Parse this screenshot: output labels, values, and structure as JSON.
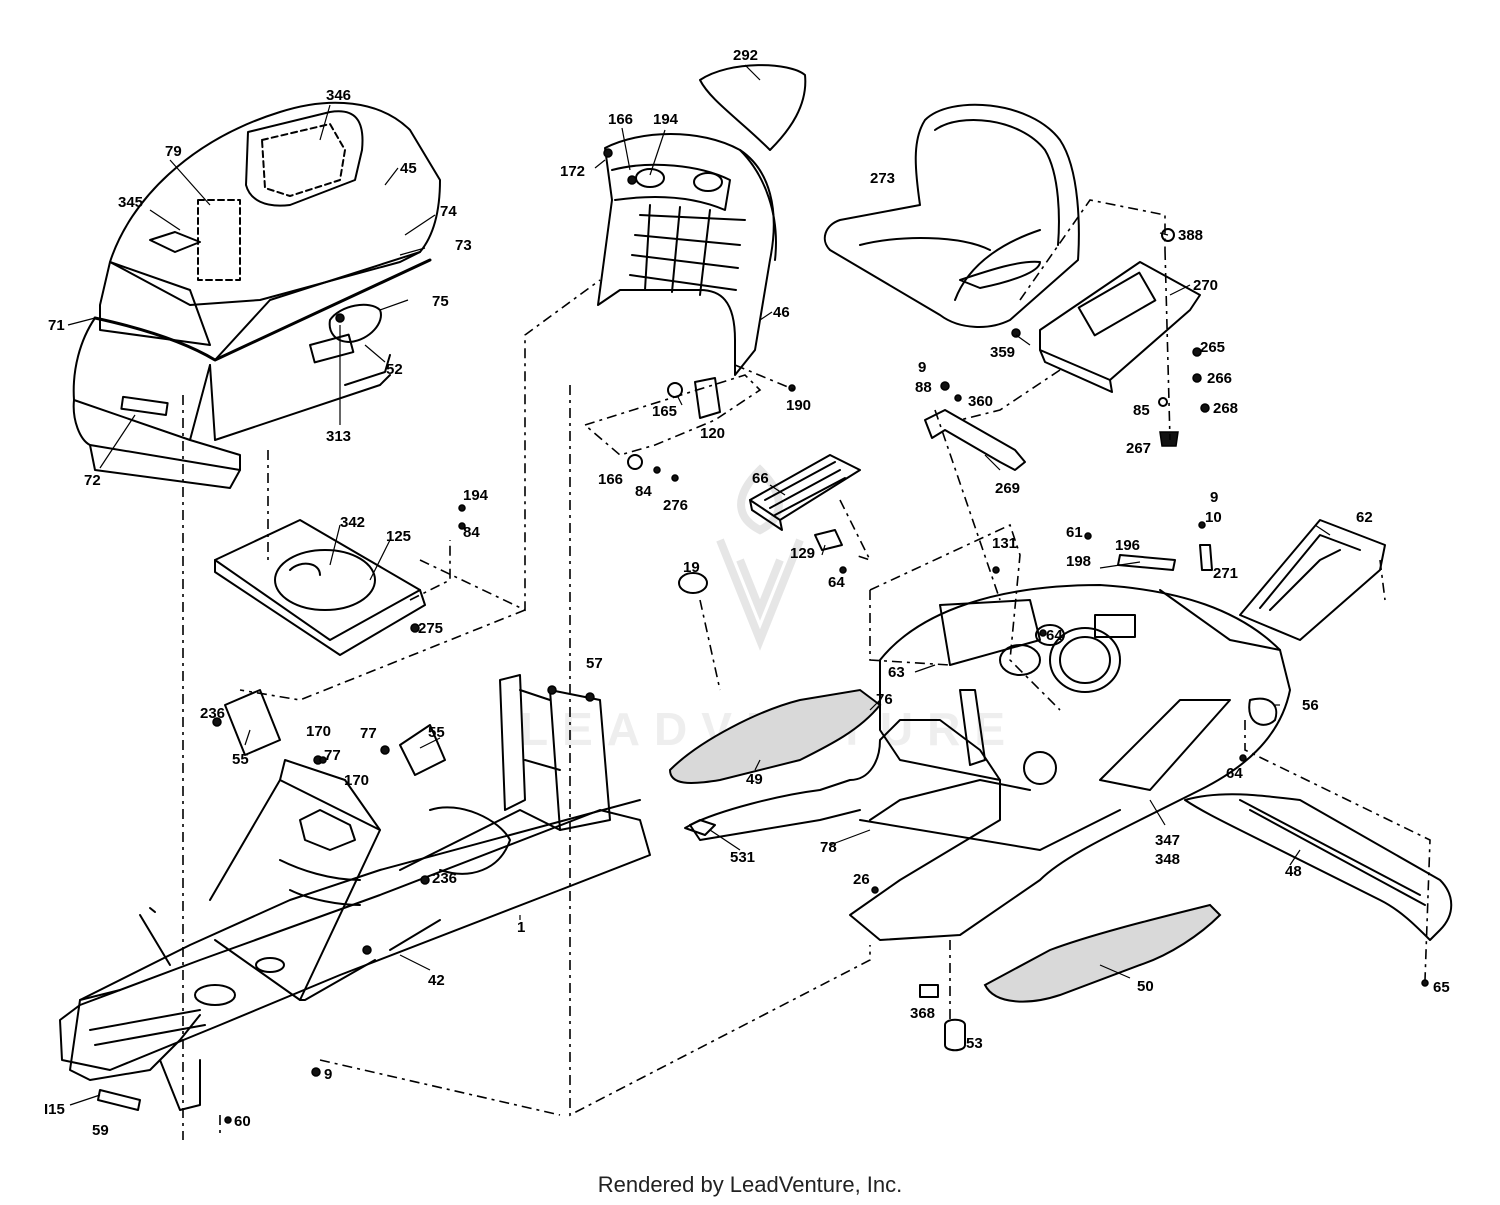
{
  "footer": {
    "credit": "Rendered by LeadVenture, Inc."
  },
  "watermark": "LEADVENTURE",
  "callouts": [
    {
      "id": "346",
      "text": "346"
    },
    {
      "id": "79",
      "text": "79"
    },
    {
      "id": "45",
      "text": "45"
    },
    {
      "id": "345",
      "text": "345"
    },
    {
      "id": "74",
      "text": "74"
    },
    {
      "id": "73",
      "text": "73"
    },
    {
      "id": "71",
      "text": "71"
    },
    {
      "id": "75",
      "text": "75"
    },
    {
      "id": "52",
      "text": "52"
    },
    {
      "id": "313",
      "text": "313"
    },
    {
      "id": "72",
      "text": "72"
    },
    {
      "id": "292",
      "text": "292"
    },
    {
      "id": "166a",
      "text": "166"
    },
    {
      "id": "194a",
      "text": "194"
    },
    {
      "id": "172",
      "text": "172"
    },
    {
      "id": "46",
      "text": "46"
    },
    {
      "id": "165",
      "text": "165"
    },
    {
      "id": "120",
      "text": "120"
    },
    {
      "id": "190",
      "text": "190"
    },
    {
      "id": "166b",
      "text": "166"
    },
    {
      "id": "84a",
      "text": "84"
    },
    {
      "id": "276",
      "text": "276"
    },
    {
      "id": "273",
      "text": "273"
    },
    {
      "id": "388",
      "text": "388"
    },
    {
      "id": "270",
      "text": "270"
    },
    {
      "id": "359",
      "text": "359"
    },
    {
      "id": "265",
      "text": "265"
    },
    {
      "id": "266",
      "text": "266"
    },
    {
      "id": "268",
      "text": "268"
    },
    {
      "id": "85",
      "text": "85"
    },
    {
      "id": "267",
      "text": "267"
    },
    {
      "id": "9a",
      "text": "9"
    },
    {
      "id": "88",
      "text": "88"
    },
    {
      "id": "360",
      "text": "360"
    },
    {
      "id": "269",
      "text": "269"
    },
    {
      "id": "194b",
      "text": "194"
    },
    {
      "id": "84b",
      "text": "84"
    },
    {
      "id": "342",
      "text": "342"
    },
    {
      "id": "125",
      "text": "125"
    },
    {
      "id": "275",
      "text": "275"
    },
    {
      "id": "66",
      "text": "66"
    },
    {
      "id": "129",
      "text": "129"
    },
    {
      "id": "64a",
      "text": "64"
    },
    {
      "id": "19",
      "text": "19"
    },
    {
      "id": "131",
      "text": "131"
    },
    {
      "id": "61",
      "text": "61"
    },
    {
      "id": "198",
      "text": "198"
    },
    {
      "id": "196",
      "text": "196"
    },
    {
      "id": "9b",
      "text": "9"
    },
    {
      "id": "10",
      "text": "10"
    },
    {
      "id": "271",
      "text": "271"
    },
    {
      "id": "62",
      "text": "62"
    },
    {
      "id": "64b",
      "text": "64"
    },
    {
      "id": "63",
      "text": "63"
    },
    {
      "id": "76",
      "text": "76"
    },
    {
      "id": "56",
      "text": "56"
    },
    {
      "id": "64c",
      "text": "64"
    },
    {
      "id": "57",
      "text": "57"
    },
    {
      "id": "236a",
      "text": "236"
    },
    {
      "id": "55a",
      "text": "55"
    },
    {
      "id": "170a",
      "text": "170"
    },
    {
      "id": "77a",
      "text": "77"
    },
    {
      "id": "77b",
      "text": "77"
    },
    {
      "id": "55b",
      "text": "55"
    },
    {
      "id": "170b",
      "text": "170"
    },
    {
      "id": "49",
      "text": "49"
    },
    {
      "id": "531",
      "text": "531"
    },
    {
      "id": "78",
      "text": "78"
    },
    {
      "id": "347",
      "text": "347"
    },
    {
      "id": "348",
      "text": "348"
    },
    {
      "id": "48",
      "text": "48"
    },
    {
      "id": "236b",
      "text": "236"
    },
    {
      "id": "1",
      "text": "1"
    },
    {
      "id": "26",
      "text": "26"
    },
    {
      "id": "42",
      "text": "42"
    },
    {
      "id": "50",
      "text": "50"
    },
    {
      "id": "368",
      "text": "368"
    },
    {
      "id": "53",
      "text": "53"
    },
    {
      "id": "65",
      "text": "65"
    },
    {
      "id": "9c",
      "text": "9"
    },
    {
      "id": "115",
      "text": "I15"
    },
    {
      "id": "59",
      "text": "59"
    },
    {
      "id": "60",
      "text": "60"
    }
  ]
}
